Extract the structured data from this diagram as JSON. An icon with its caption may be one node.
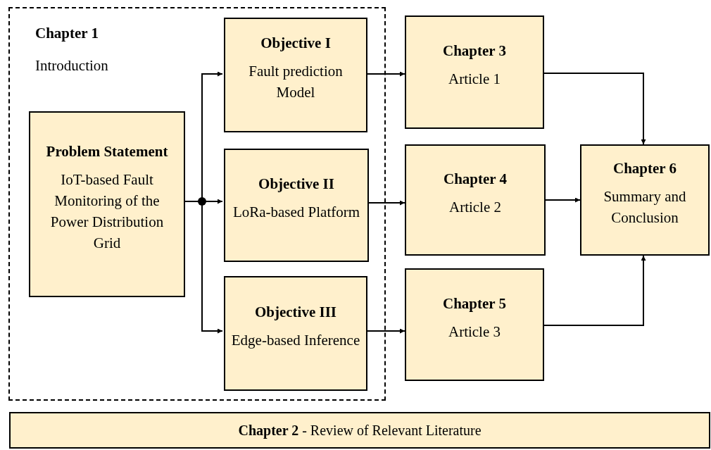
{
  "diagram": {
    "nodes": [
      {
        "text": [
          "Chapter 1",
          "Introduction"
        ]
      },
      {
        "text": [
          "Problem Statement",
          "IoT-based Fault Monitoring of the Power Distribution Grid"
        ],
        "in": 0
      },
      {
        "text": [
          "Objective I",
          "Fault prediction Model"
        ],
        "in": 0
      },
      {
        "text": [
          "Objective II",
          "LoRa-based Platform"
        ],
        "in": 0
      },
      {
        "text": [
          "Objective III",
          "Edge-based Inference"
        ],
        "in": 0
      },
      {
        "text": [
          "Chapter 3",
          "Article 1"
        ]
      },
      {
        "text": [
          "Chapter 4",
          "Article 2"
        ]
      },
      {
        "text": [
          "Chapter 5",
          "Article 3"
        ]
      },
      {
        "text": [
          "Chapter 6",
          "Summary and Conclusion"
        ]
      },
      {
        "text": [
          "**Chapter 2** - Review of Relevant Literature"
        ]
      }
    ],
    "edges": [
      {
        "from": 1,
        "to": 2,
        "arrow": "to"
      },
      {
        "from": 1,
        "to": 3,
        "arrow": "to"
      },
      {
        "from": 1,
        "to": 4,
        "arrow": "to"
      },
      {
        "from": 2,
        "to": 5,
        "arrow": "to"
      },
      {
        "from": 3,
        "to": 6,
        "arrow": "to"
      },
      {
        "from": 4,
        "to": 7,
        "arrow": "to"
      },
      {
        "from": 5,
        "to": 8,
        "arrow": "to"
      },
      {
        "from": 6,
        "to": 8,
        "arrow": "to"
      },
      {
        "from": 7,
        "to": 8,
        "arrow": "to"
      }
    ]
  }
}
